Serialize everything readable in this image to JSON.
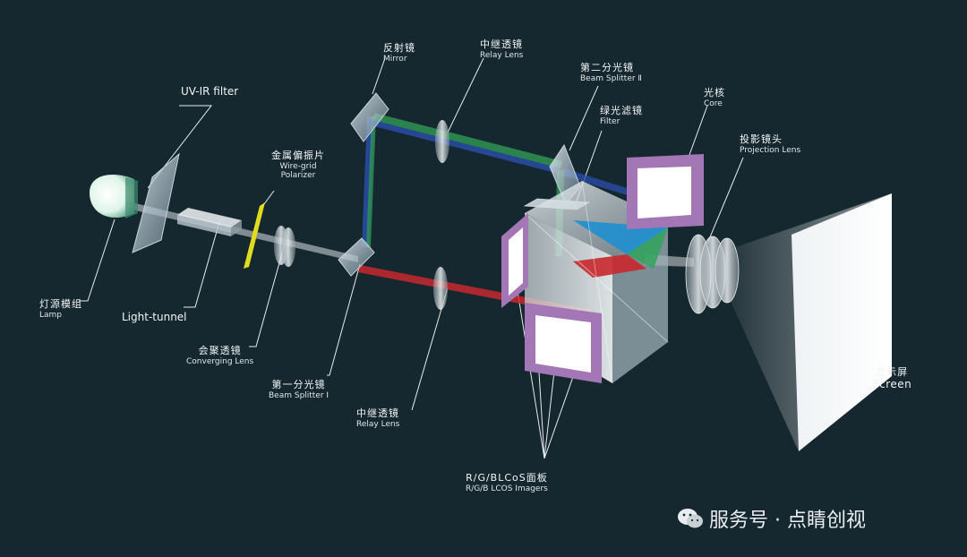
{
  "labels": {
    "uvir": {
      "en": "UV-IR  filter"
    },
    "lamp": {
      "zh": "灯源模组",
      "en": "Lamp"
    },
    "light_tunnel": {
      "en": "Light-tunnel"
    },
    "wire_grid": {
      "zh": "金属偏振片",
      "en1": "Wire-grid",
      "en2": "Polarizer"
    },
    "converging": {
      "zh": "会聚透镜",
      "en": "Converging Lens"
    },
    "bs1": {
      "zh": "第一分光镜",
      "en": "Beam Splitter Ⅰ"
    },
    "mirror": {
      "zh": "反射镜",
      "en": "Mirror"
    },
    "relay_top": {
      "zh": "中继透镜",
      "en": "Relay Lens"
    },
    "relay_bottom": {
      "zh": "中继透镜",
      "en": "Relay Lens"
    },
    "bs2": {
      "zh": "第二分光镜",
      "en": "Beam Splitter Ⅱ"
    },
    "filter": {
      "zh": "绿光滤镜",
      "en": "Filter"
    },
    "core": {
      "zh": "光核",
      "en": "Core"
    },
    "projection": {
      "zh": "投影镜头",
      "en": "Projection Lens"
    },
    "screen": {
      "zh": "显示屏",
      "en": "Screen"
    },
    "lcos": {
      "zh": "R/G/BLCoS面板",
      "en": "R/G/B LCOS Imagers"
    }
  },
  "watermark": {
    "text": "服务号 · 点睛创视",
    "icon": "wechat-icon"
  },
  "colors": {
    "background": "#16282f",
    "red_beam": "#c8282e",
    "green_beam": "#2f9a55",
    "blue_beam": "#2a4fae",
    "white_beam": "#d7dde0",
    "lcos_frame": "#a376b5",
    "polarizer": "#e2dc1e"
  }
}
